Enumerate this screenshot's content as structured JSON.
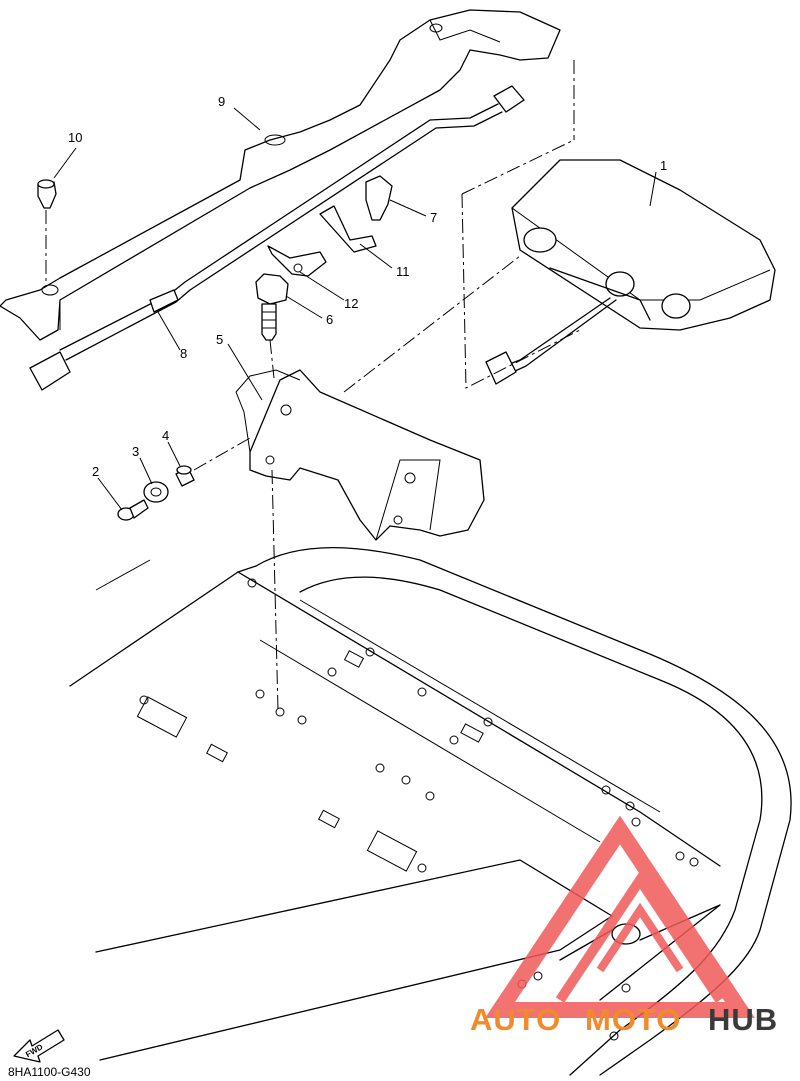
{
  "diagram": {
    "callouts": [
      {
        "id": "1",
        "text": "1"
      },
      {
        "id": "2",
        "text": "2"
      },
      {
        "id": "3",
        "text": "3"
      },
      {
        "id": "4",
        "text": "4"
      },
      {
        "id": "5",
        "text": "5"
      },
      {
        "id": "6",
        "text": "6"
      },
      {
        "id": "7",
        "text": "7"
      },
      {
        "id": "8",
        "text": "8"
      },
      {
        "id": "9",
        "text": "9"
      },
      {
        "id": "10",
        "text": "10"
      },
      {
        "id": "11",
        "text": "11"
      },
      {
        "id": "12",
        "text": "12"
      }
    ],
    "fwd_label": "FWD",
    "drawing_code": "8HA1100-G430"
  },
  "watermark": {
    "part1": "AUTO",
    "part2": "MOTO",
    "part3": "HUB",
    "color_primary": "#f08a2a",
    "color_dark": "#3a3a3a",
    "triangle_color": "#f05a5a"
  }
}
